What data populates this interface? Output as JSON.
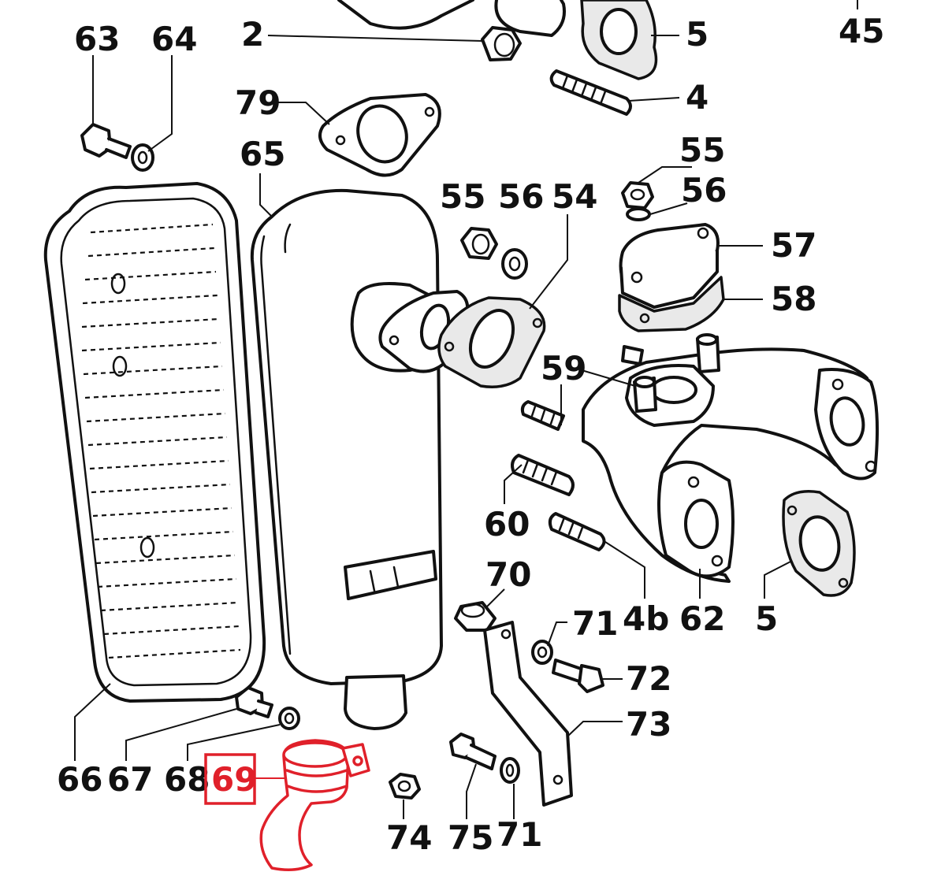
{
  "diagram": {
    "highlight_color": "#e0202a",
    "line_color": "#111111",
    "highlighted_label": "69",
    "labels": {
      "l63": "63",
      "l64": "64",
      "l2": "2",
      "l5_top": "5",
      "l45": "45",
      "l79": "79",
      "l4": "4",
      "l65": "65",
      "l55_a": "55",
      "l55_b": "55",
      "l56_a": "56",
      "l56_b": "56",
      "l54": "54",
      "l57": "57",
      "l58": "58",
      "l59": "59",
      "l60": "60",
      "l4b": "4b",
      "l62": "62",
      "l5_bottom": "5",
      "l70": "70",
      "l71_a": "71",
      "l72": "72",
      "l73": "73",
      "l66": "66",
      "l67": "67",
      "l68": "68",
      "l74": "74",
      "l75": "75",
      "l71_b": "71",
      "l69": "69"
    }
  }
}
